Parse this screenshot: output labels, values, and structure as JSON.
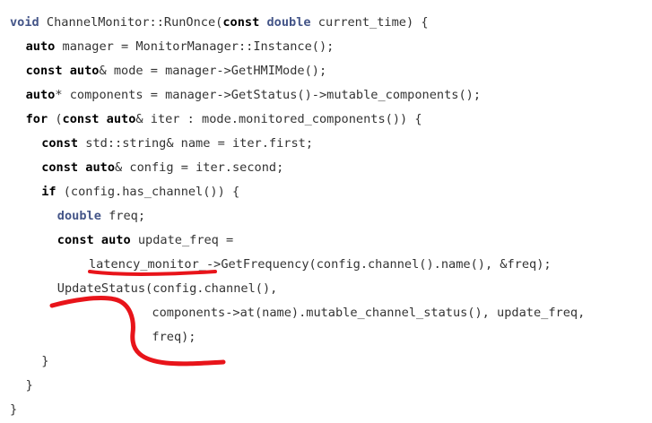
{
  "code": {
    "lines": [
      {
        "indent": 0,
        "tokens": [
          {
            "t": "void",
            "c": "ty"
          },
          {
            "t": " ChannelMonitor::RunOnce(",
            "c": "plain"
          },
          {
            "t": "const",
            "c": "kw"
          },
          {
            "t": " ",
            "c": "plain"
          },
          {
            "t": "double",
            "c": "ty"
          },
          {
            "t": " current_time) {",
            "c": "plain"
          }
        ]
      },
      {
        "indent": 1,
        "tokens": [
          {
            "t": "auto",
            "c": "kw"
          },
          {
            "t": " manager = MonitorManager::Instance();",
            "c": "plain"
          }
        ]
      },
      {
        "indent": 1,
        "tokens": [
          {
            "t": "const",
            "c": "kw"
          },
          {
            "t": " ",
            "c": "plain"
          },
          {
            "t": "auto",
            "c": "kw"
          },
          {
            "t": "& mode = manager->GetHMIMode();",
            "c": "plain"
          }
        ]
      },
      {
        "indent": 1,
        "tokens": [
          {
            "t": "auto",
            "c": "kw"
          },
          {
            "t": "* components = manager->GetStatus()->mutable_components();",
            "c": "plain"
          }
        ]
      },
      {
        "indent": 1,
        "tokens": [
          {
            "t": "for",
            "c": "kw"
          },
          {
            "t": " (",
            "c": "plain"
          },
          {
            "t": "const",
            "c": "kw"
          },
          {
            "t": " ",
            "c": "plain"
          },
          {
            "t": "auto",
            "c": "kw"
          },
          {
            "t": "& iter : mode.monitored_components()) {",
            "c": "plain"
          }
        ]
      },
      {
        "indent": 2,
        "tokens": [
          {
            "t": "const",
            "c": "kw"
          },
          {
            "t": " std::string& name = iter.first;",
            "c": "plain"
          }
        ]
      },
      {
        "indent": 2,
        "tokens": [
          {
            "t": "const",
            "c": "kw"
          },
          {
            "t": " ",
            "c": "plain"
          },
          {
            "t": "auto",
            "c": "kw"
          },
          {
            "t": "& config = iter.second;",
            "c": "plain"
          }
        ]
      },
      {
        "indent": 2,
        "tokens": [
          {
            "t": "if",
            "c": "kw"
          },
          {
            "t": " (config.has_channel()) {",
            "c": "plain"
          }
        ]
      },
      {
        "indent": 3,
        "tokens": [
          {
            "t": "double",
            "c": "ty"
          },
          {
            "t": " freq;",
            "c": "plain"
          }
        ]
      },
      {
        "indent": 3,
        "tokens": [
          {
            "t": "const",
            "c": "kw"
          },
          {
            "t": " ",
            "c": "plain"
          },
          {
            "t": "auto",
            "c": "kw"
          },
          {
            "t": " update_freq =",
            "c": "plain"
          }
        ]
      },
      {
        "indent": 5,
        "tokens": [
          {
            "t": "latency_monitor_->GetFrequency(config.channel().name(), &freq);",
            "c": "plain"
          }
        ]
      },
      {
        "indent": 3,
        "tokens": [
          {
            "t": "UpdateStatus(config.channel(),",
            "c": "plain"
          }
        ]
      },
      {
        "indent": 9,
        "tokens": [
          {
            "t": "components->at(name).mutable_channel_status(), update_freq,",
            "c": "plain"
          }
        ]
      },
      {
        "indent": 9,
        "tokens": [
          {
            "t": "freq);",
            "c": "plain"
          }
        ]
      },
      {
        "indent": 2,
        "tokens": [
          {
            "t": "}",
            "c": "plain"
          }
        ]
      },
      {
        "indent": 1,
        "tokens": [
          {
            "t": "}",
            "c": "plain"
          }
        ]
      },
      {
        "indent": 0,
        "tokens": [
          {
            "t": "}",
            "c": "plain"
          }
        ]
      }
    ]
  },
  "annotation": {
    "color": "#e8141a"
  }
}
